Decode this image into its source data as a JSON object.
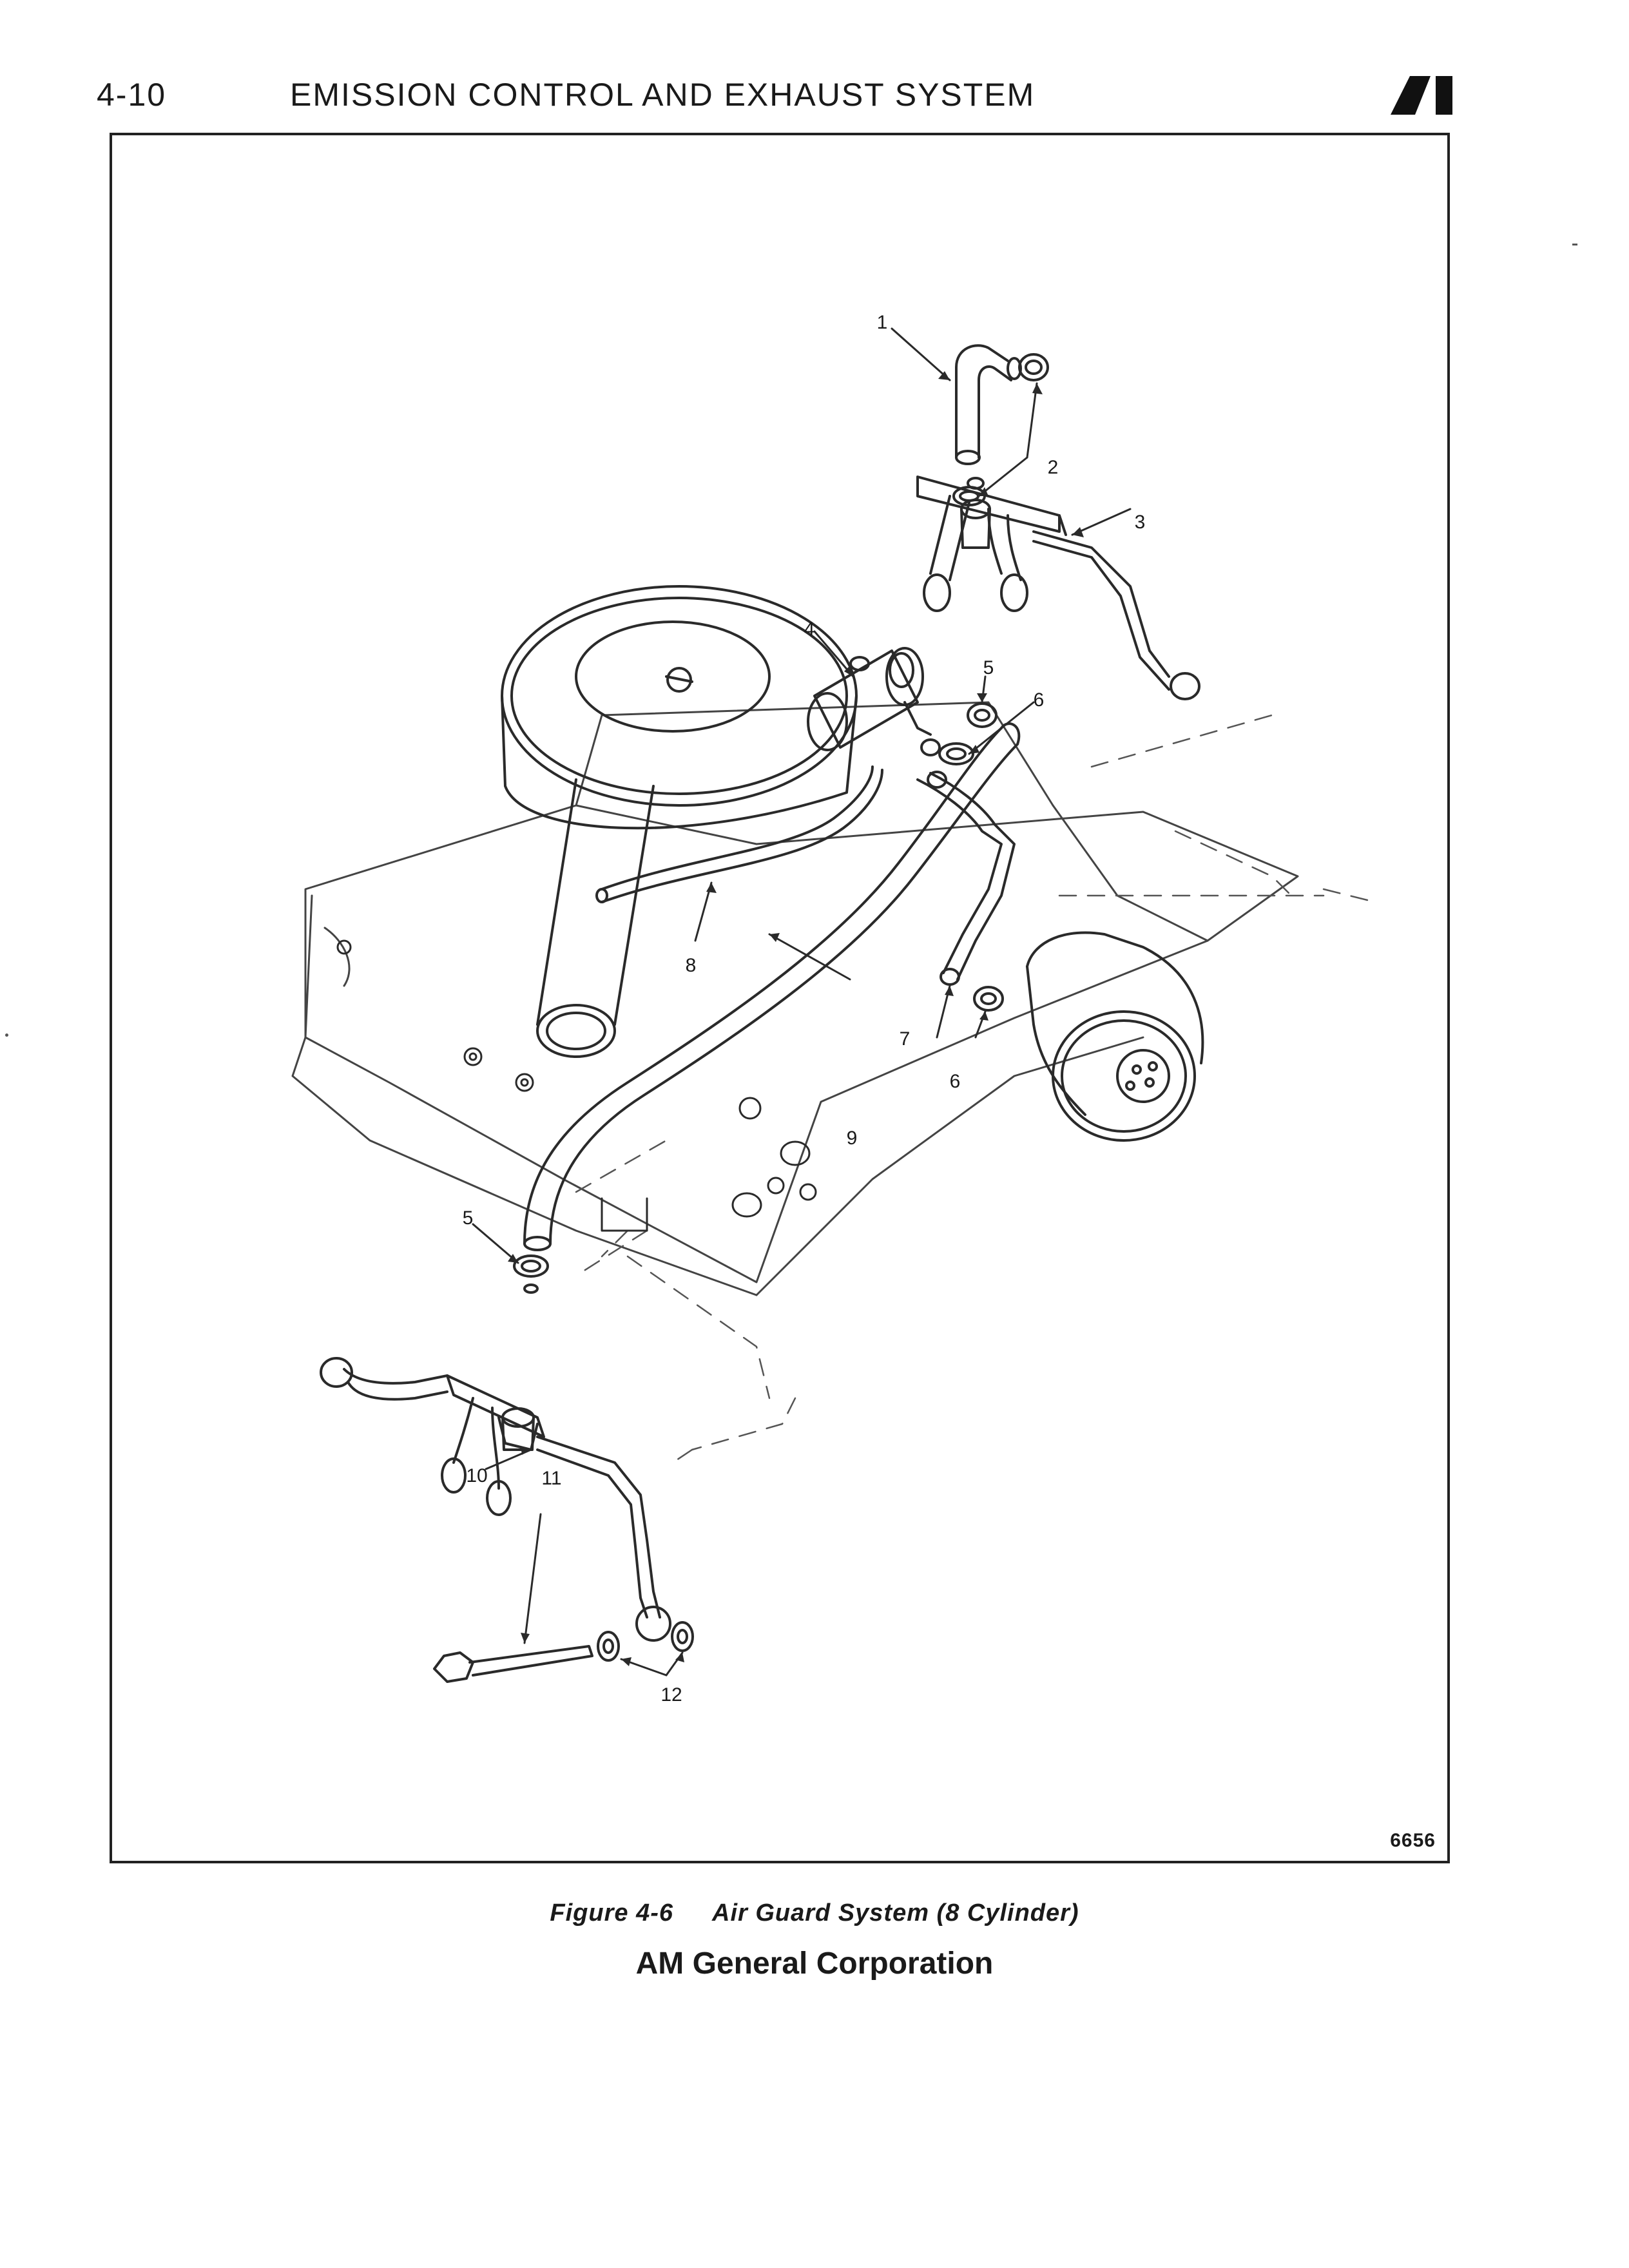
{
  "header": {
    "page_number": "4-10",
    "section_title": "EMISSION CONTROL AND EXHAUST SYSTEM",
    "logo_icon": "am-general-logo-icon"
  },
  "figure": {
    "callouts": [
      "1",
      "2",
      "3",
      "4",
      "5",
      "6",
      "7",
      "8",
      "9",
      "5",
      "10",
      "11",
      "12",
      "6"
    ],
    "code": "6656"
  },
  "caption": {
    "label": "Figure 4-6",
    "text": "Air Guard System (8 Cylinder)"
  },
  "footer": {
    "company": "AM General Corporation"
  }
}
